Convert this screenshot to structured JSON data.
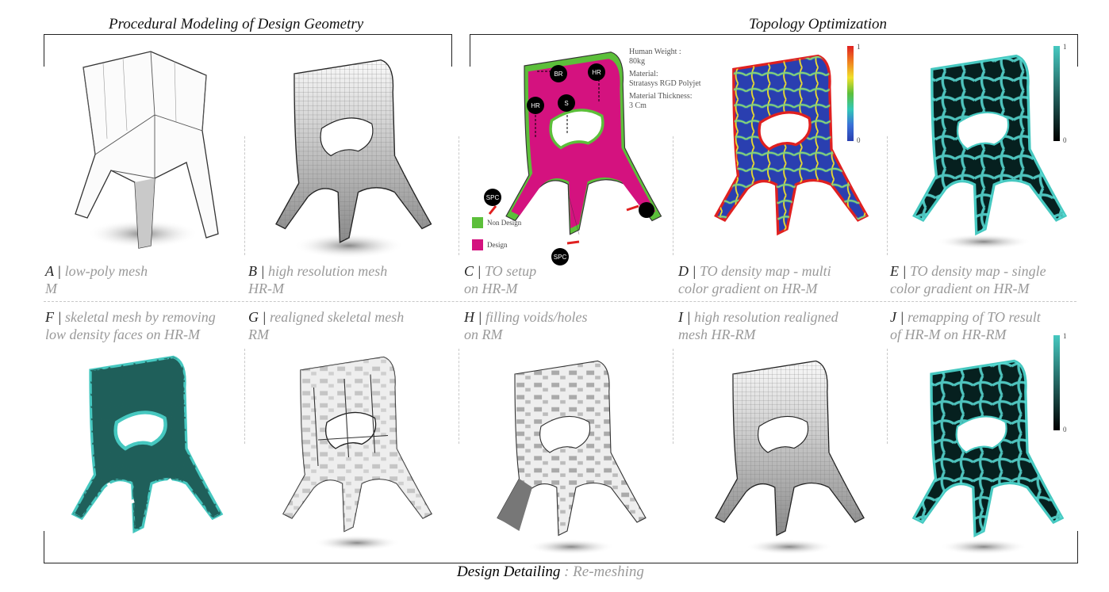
{
  "sections": {
    "procedural_title": "Procedural Modeling of Design Geometry",
    "topology_title": "Topology Optimization",
    "detailing_title": "Design Detailing",
    "detailing_sub": " : Re-meshing"
  },
  "panels": [
    {
      "letter": "A",
      "sep": " | ",
      "line1": "low-poly mesh",
      "line2": "M"
    },
    {
      "letter": "B",
      "sep": " | ",
      "line1": "high resolution mesh",
      "line2": "HR-M"
    },
    {
      "letter": "C",
      "sep": " | ",
      "line1": "TO setup",
      "line2": "on HR-M"
    },
    {
      "letter": "D",
      "sep": " | ",
      "line1": "TO density map -  multi",
      "line2": "color gradient on HR-M"
    },
    {
      "letter": "E",
      "sep": " | ",
      "line1": "TO density map -  single",
      "line2": "color gradient on HR-M"
    },
    {
      "letter": "F",
      "sep": " | ",
      "line1": "skeletal mesh by removing",
      "line2": "low density faces on HR-M"
    },
    {
      "letter": "G",
      "sep": " | ",
      "line1": "realigned skeletal mesh",
      "line2": "RM"
    },
    {
      "letter": "H",
      "sep": " | ",
      "line1": "filling voids/holes",
      "line2": "on RM"
    },
    {
      "letter": "I",
      "sep": " | ",
      "line1": "high resolution realigned",
      "line2": "mesh HR-RM"
    },
    {
      "letter": "J",
      "sep": " | ",
      "line1": "remapping of TO result",
      "line2": "of HR-M on HR-RM"
    }
  ],
  "setup": {
    "notes": [
      "Human Weight :",
      "80kg",
      "Material:",
      "Stratasys RGD Polyjet",
      "Material Thickness:",
      "3 Cm"
    ],
    "badges": {
      "br": "BR",
      "hr1": "HR",
      "hr2": "HR",
      "s": "S",
      "spc1": "SPC",
      "spc2": "SPC"
    },
    "legend_non_design": "Non Design",
    "legend_design": "Design"
  },
  "scales": {
    "d_max": "1",
    "d_min": "0",
    "e_max": "1",
    "e_min": "0",
    "j_max": "1",
    "j_min": "0"
  },
  "colors": {
    "design": "#d4127f",
    "non_design": "#5cbf3a",
    "teal": "#46c8c0",
    "density_blue": "#2a3fb0",
    "support_red": "#e02020"
  }
}
